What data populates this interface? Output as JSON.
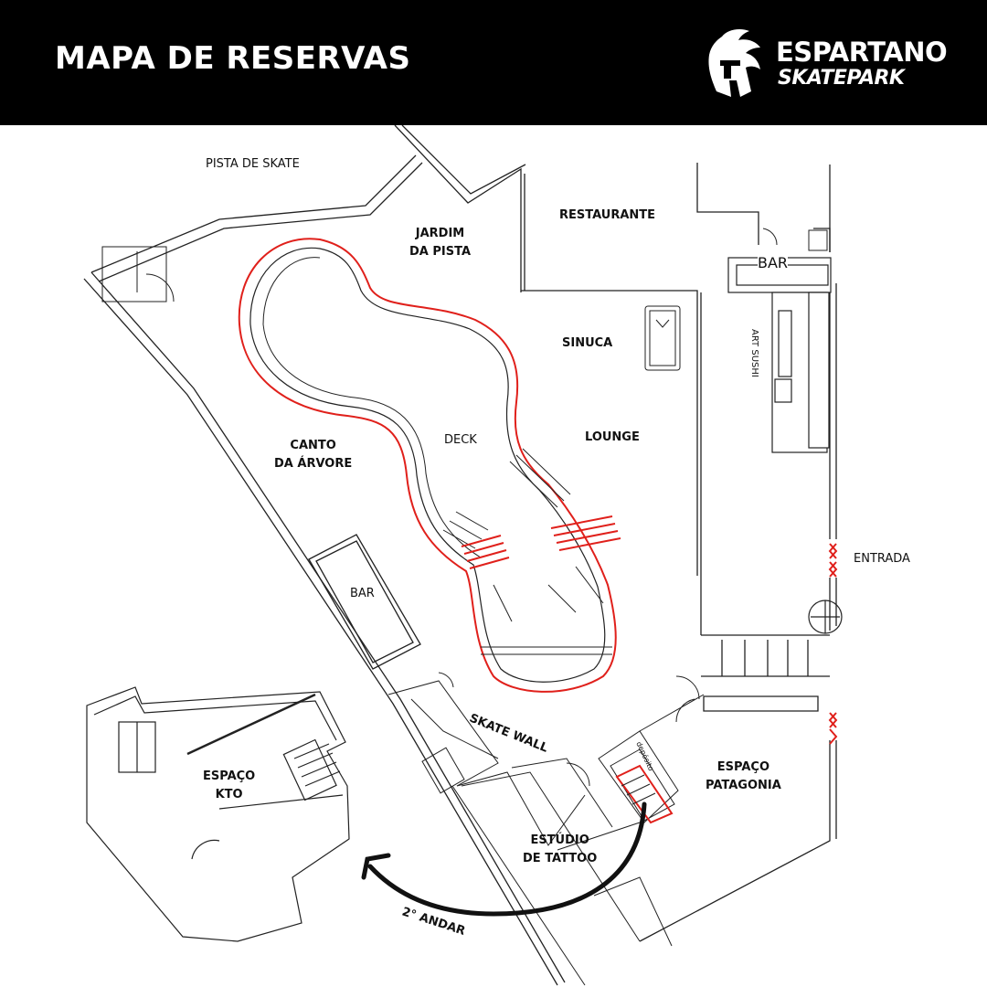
{
  "header": {
    "title": "MAPA DE RESERVAS",
    "brand_name": "ESPARTANO",
    "brand_sub": "SKATEPARK"
  },
  "areas": {
    "pista_de_skate": "PISTA DE SKATE",
    "jardim_l1": "JARDIM",
    "jardim_l2": "DA PISTA",
    "restaurante": "RESTAURANTE",
    "bar_top": "BAR",
    "art_sushi": "ART SUSHI",
    "sinuca": "SINUCA",
    "deck": "DECK",
    "lounge": "LOUNGE",
    "canto_l1": "CANTO",
    "canto_l2": "DA ÁRVORE",
    "entrada": "ENTRADA",
    "bar_left": "BAR",
    "skate_wall": "SKATE WALL",
    "espaco_kto_l1": "ESPAÇO",
    "espaco_kto_l2": "KTO",
    "deposito": "depósito",
    "patagonia_l1": "ESPAÇO",
    "patagonia_l2": "PATAGONIA",
    "tattoo_l1": "ESTÚDIO",
    "tattoo_l2": "DE TATTOO",
    "segundo_andar": "2° ANDAR"
  },
  "colors": {
    "header_bg": "#000000",
    "header_text": "#ffffff",
    "wall": "#222222",
    "highlight": "#e0201b",
    "background": "#ffffff"
  }
}
